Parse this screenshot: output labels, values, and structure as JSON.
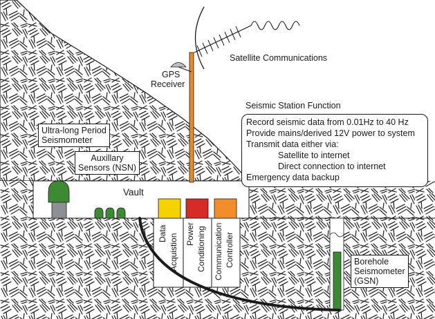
{
  "labels": {
    "satellite": "Satellite Communications",
    "gps_line1": "GPS",
    "gps_line2": "Receiver",
    "ulp_line1": "Ultra-long Period",
    "ulp_line2": "Seismometer",
    "aux_line1": "Auxillary",
    "aux_line2": "Sensors (NSN)",
    "vault": "Vault",
    "daq_line1": "Data",
    "daq_line2": "Acquistion",
    "power_line1": "Power",
    "power_line2": "Conditioning",
    "comm_line1": "Communication",
    "comm_line2": "Controller",
    "borehole_line1": "Borehole",
    "borehole_line2": "Seismometer",
    "borehole_line3": "(GSN)"
  },
  "station_function": {
    "title": "Seismic Station Function",
    "line1": "Record seismic data from 0.01Hz to 40 Hz",
    "line2": "Provide mains/derived 12V power to system",
    "line3": "Transmit data either via:",
    "line4": "Satellite to internet",
    "line5": "Direct connection to internet",
    "line6": "Emergency data backup"
  },
  "colors": {
    "mast": "#e8892a",
    "daq": "#f5d200",
    "power": "#d62a27",
    "comm": "#f28c28",
    "sensor_green": "#3d8a35",
    "pedestal": "#8c8f93",
    "borehole_green": "#3d8a35"
  }
}
